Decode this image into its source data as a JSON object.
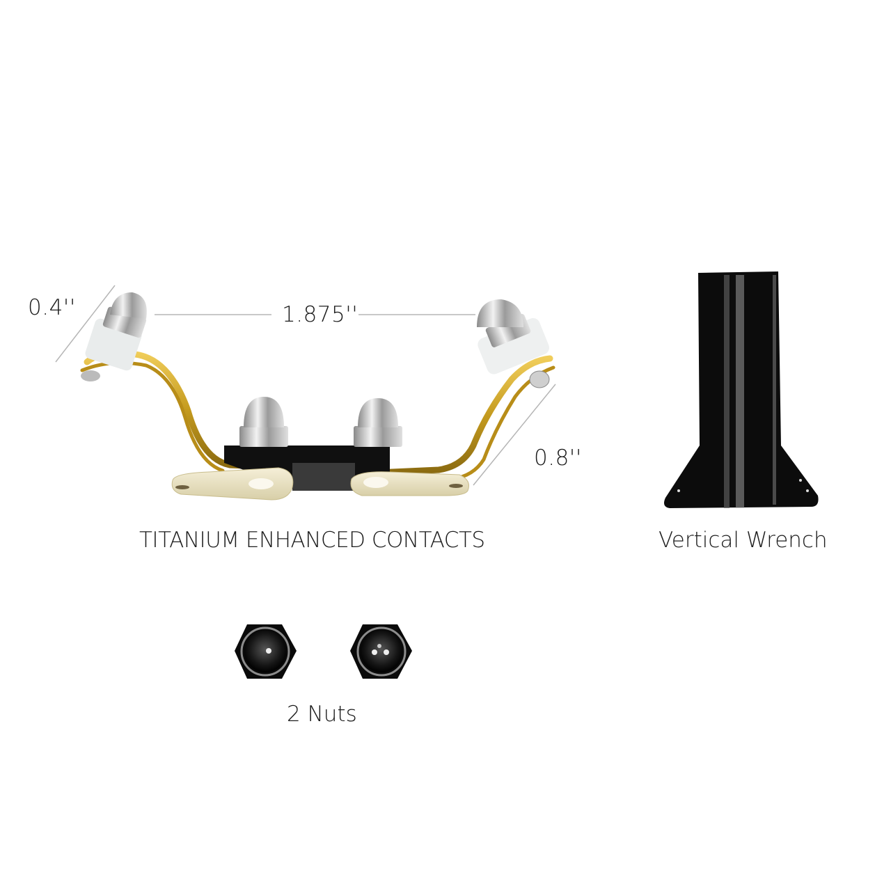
{
  "contacts": {
    "caption": "TITANIUM ENHANCED CONTACTS",
    "dimensions": {
      "width_label": "0.4''",
      "span_label": "1.875''",
      "height_label": "0.8''"
    }
  },
  "wrench": {
    "caption": "Vertical Wrench"
  },
  "nuts": {
    "caption": "2 Nuts",
    "count": 2
  },
  "colors": {
    "background": "#ffffff",
    "brass": "#c9a227",
    "black_part": "#111111",
    "silver": "#cfcfcf",
    "dimension_line": "#b0b0b0"
  }
}
